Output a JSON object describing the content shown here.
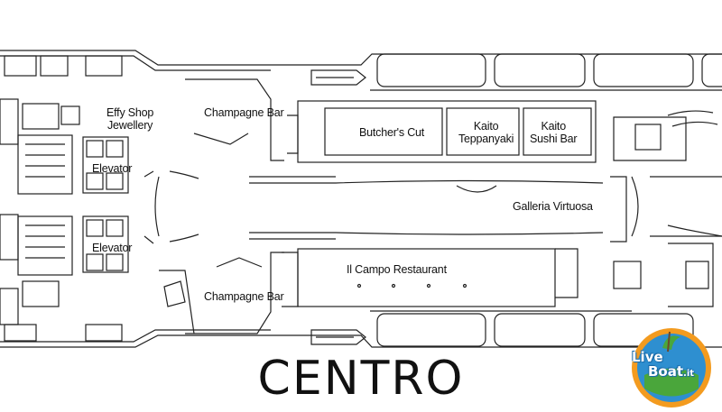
{
  "deck": {
    "title": "CENTRO"
  },
  "labels": {
    "effy_shop": "Effy Shop",
    "jewellery": "Jewellery",
    "champagne_bar_top": "Champagne Bar",
    "champagne_bar_bottom": "Champagne Bar",
    "elevator_top": "Elevator",
    "elevator_bottom": "Elevator",
    "butchers_cut": "Butcher's Cut",
    "kaito_teppanyaki_1": "Kaito",
    "kaito_teppanyaki_2": "Teppanyaki",
    "kaito_sushi_1": "Kaito",
    "kaito_sushi_2": "Sushi Bar",
    "galleria_virtuosa": "Galleria Virtuosa",
    "il_campo": "Il Campo Restaurant"
  },
  "logo": {
    "line1": "Live",
    "line2": "Boat",
    "tld": ".it"
  },
  "colors": {
    "line": "#222222",
    "background": "#ffffff",
    "logo_blue": "#1b6aa8",
    "logo_orange": "#f39b1f",
    "logo_green": "#4aa63b"
  }
}
